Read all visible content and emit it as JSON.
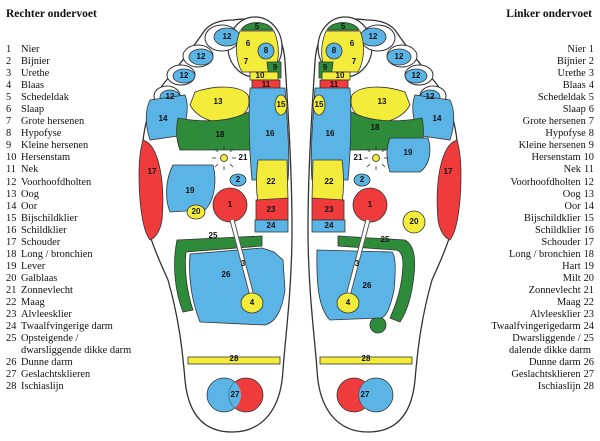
{
  "titles": {
    "left": "Rechter ondervoet",
    "right": "Linker ondervoet"
  },
  "legend_left": [
    {
      "n": "1",
      "t": "Nier"
    },
    {
      "n": "2",
      "t": "Bijnier"
    },
    {
      "n": "3",
      "t": "Urethe"
    },
    {
      "n": "4",
      "t": "Blaas"
    },
    {
      "n": "5",
      "t": "Schedeldak"
    },
    {
      "n": "6",
      "t": "Slaap"
    },
    {
      "n": "7",
      "t": "Grote hersenen"
    },
    {
      "n": "8",
      "t": "Hypofyse"
    },
    {
      "n": "9",
      "t": "Kleine hersenen"
    },
    {
      "n": "10",
      "t": "Hersenstam"
    },
    {
      "n": "11",
      "t": "Nek"
    },
    {
      "n": "12",
      "t": "Voorhoofdholten"
    },
    {
      "n": "13",
      "t": "Oog"
    },
    {
      "n": "14",
      "t": "Oor"
    },
    {
      "n": "15",
      "t": "Bijschildklier"
    },
    {
      "n": "16",
      "t": "Schildklier"
    },
    {
      "n": "17",
      "t": "Schouder"
    },
    {
      "n": "18",
      "t": "Long / bronchien"
    },
    {
      "n": "19",
      "t": "Lever"
    },
    {
      "n": "20",
      "t": "Galblaas"
    },
    {
      "n": "21",
      "t": "Zonnevlecht"
    },
    {
      "n": "22",
      "t": "Maag"
    },
    {
      "n": "23",
      "t": "Alvleesklier"
    },
    {
      "n": "24",
      "t": "Twaalfvingerige darm"
    },
    {
      "n": "25",
      "t": "Opsteigende /"
    },
    {
      "n": "",
      "t": "dwarsliggende dikke darm"
    },
    {
      "n": "26",
      "t": "Dunne darm"
    },
    {
      "n": "27",
      "t": "Geslachtsklieren"
    },
    {
      "n": "28",
      "t": "Ischiaslijn"
    }
  ],
  "legend_right": [
    {
      "n": "1",
      "t": "Nier"
    },
    {
      "n": "2",
      "t": "Bijnier"
    },
    {
      "n": "3",
      "t": "Urethe"
    },
    {
      "n": "4",
      "t": "Blaas"
    },
    {
      "n": "5",
      "t": "Schedeldak"
    },
    {
      "n": "6",
      "t": "Slaap"
    },
    {
      "n": "7",
      "t": "Grote hersenen"
    },
    {
      "n": "8",
      "t": "Hypofyse"
    },
    {
      "n": "9",
      "t": "Kleine hersenen"
    },
    {
      "n": "10",
      "t": "Hersenstam"
    },
    {
      "n": "11",
      "t": "Nek"
    },
    {
      "n": "12",
      "t": "Voorhoofdholten"
    },
    {
      "n": "13",
      "t": "Oog"
    },
    {
      "n": "14",
      "t": "Oor"
    },
    {
      "n": "15",
      "t": "Bijschildklier"
    },
    {
      "n": "16",
      "t": "Schildklier"
    },
    {
      "n": "17",
      "t": "Schouder"
    },
    {
      "n": "18",
      "t": "Long / bronchien"
    },
    {
      "n": "19",
      "t": "Hart"
    },
    {
      "n": "20",
      "t": "Milt"
    },
    {
      "n": "21",
      "t": "Zonnevlecht"
    },
    {
      "n": "22",
      "t": "Maag"
    },
    {
      "n": "23",
      "t": "Alvleesklier"
    },
    {
      "n": "24",
      "t": "Twaalfvingerigedarm"
    },
    {
      "n": "25",
      "t": "Dwarsliggende /"
    },
    {
      "n": "",
      "t": "dalende dikke darm"
    },
    {
      "n": "26",
      "t": "Dunne darm"
    },
    {
      "n": "27",
      "t": "Geslachtsklieren"
    },
    {
      "n": "28",
      "t": "Ischiaslijn"
    }
  ],
  "colors": {
    "blue": "#5ab4e5",
    "green": "#2e8b3a",
    "yellow": "#f4ec3a",
    "red": "#ef3b3b",
    "outline": "#333333"
  },
  "zones": {
    "z1": "1",
    "z2": "2",
    "z3": "3",
    "z4": "4",
    "z5": "5",
    "z6": "6",
    "z7": "7",
    "z8": "8",
    "z9": "9",
    "z10": "10",
    "z11": "11",
    "z12": "12",
    "z13": "13",
    "z14": "14",
    "z15": "15",
    "z16": "16",
    "z17": "17",
    "z18": "18",
    "z19": "19",
    "z20": "20",
    "z21": "21",
    "z22": "22",
    "z23": "23",
    "z24": "24",
    "z25": "25",
    "z26": "26",
    "z27": "27",
    "z28": "28"
  }
}
